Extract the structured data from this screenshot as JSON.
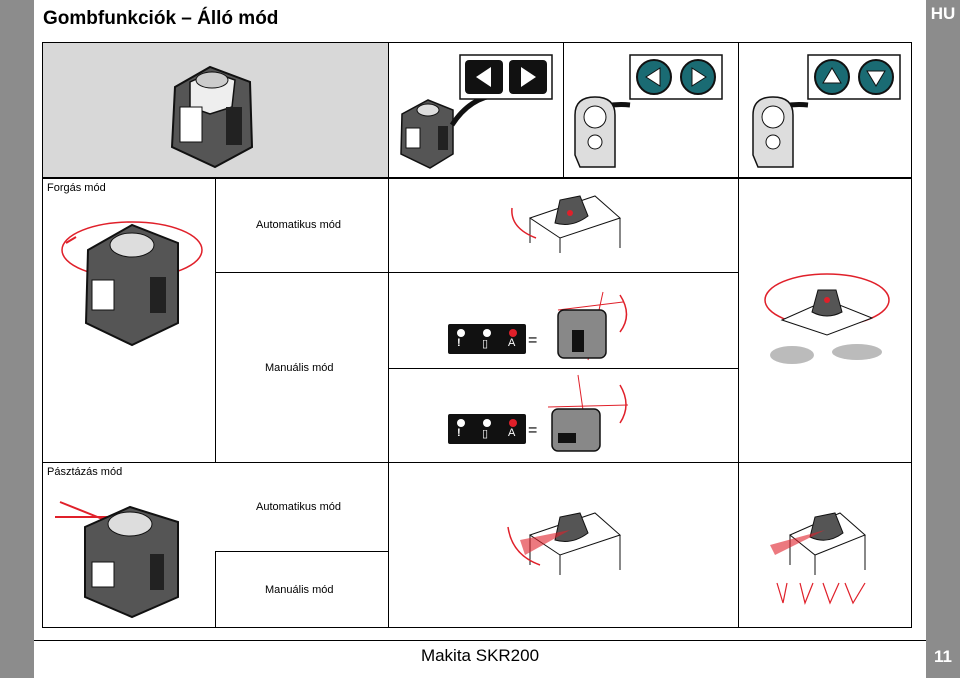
{
  "header": {
    "title": "Gombfunkciók – Álló mód",
    "lang": "HU"
  },
  "rows": {
    "rotation": {
      "label": "Forgás mód",
      "auto_label": "Automatikus mód",
      "manual_label": "Manuális mód"
    },
    "scan": {
      "label": "Pásztázás mód",
      "auto_label": "Automatikus mód",
      "manual_label": "Manuális mód"
    }
  },
  "panel_symbols": {
    "warning": "!",
    "battery": "▯",
    "tilt": "A",
    "equals": "="
  },
  "footer": {
    "product": "Makita SKR200",
    "page": "11"
  },
  "colors": {
    "sidebar": "#8c8c8c",
    "header_cell": "#d8d8d8",
    "laser_red": "#e0202a",
    "teal_button": "#1a6b73"
  }
}
